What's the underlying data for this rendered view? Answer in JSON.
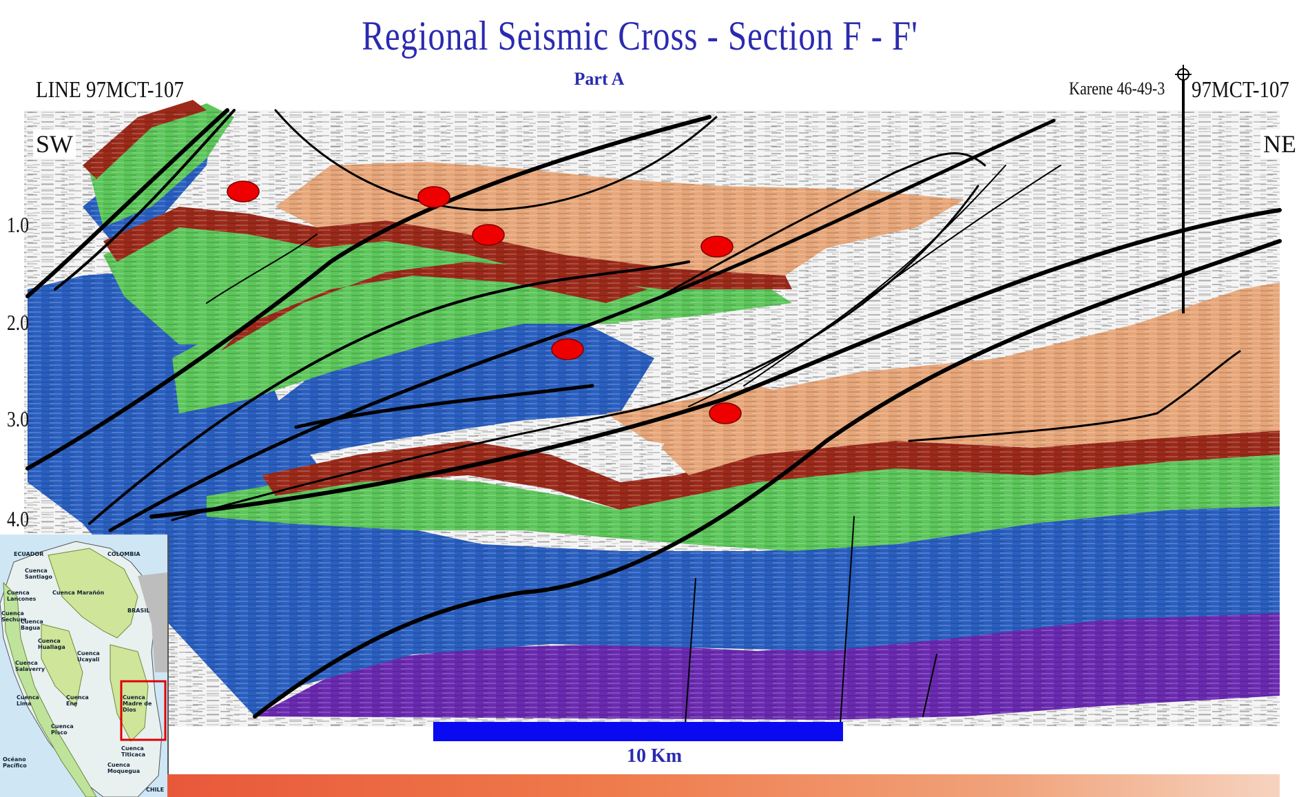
{
  "title": "Regional Seismic Cross - Section  F  - F'",
  "subtitle": "Part A",
  "line_label": "LINE 97MCT-107",
  "line_label_right": "97MCT-107",
  "direction_left": "SW",
  "direction_right": "NE",
  "well_name": "Karene 46-49-3",
  "time_ticks": [
    "1.0",
    "2.0",
    "3.0",
    "4.0"
  ],
  "scale_bar_label": "10 Km",
  "colors": {
    "title": "#2a2ab0",
    "scale_bar": "#0a0af0",
    "marker": "#ee0000",
    "orange_layer": "#e7a679",
    "brown_layer": "#9b2a1a",
    "green_layer": "#5cc65a",
    "blue_layer": "#2a5fc0",
    "purple_layer": "#6a2ab0"
  },
  "inset_map": {
    "labels": [
      "ECUADOR",
      "COLOMBIA",
      "Cuenca Santiago",
      "Cuenca Marañón",
      "Cuenca Lancones",
      "Cuenca Sechura",
      "Cuenca Bagua",
      "BRASIL",
      "Cuenca Huallaga",
      "Cuenca Ucayali",
      "Cuenca Salaverry",
      "Cuenca Lima",
      "Cuenca Ene",
      "Cuenca Madre de Dios",
      "Cuenca Pisco",
      "Océano Pacífico",
      "Cuenca Titicaca",
      "Cuenca Moquegua",
      "CHILE"
    ]
  }
}
